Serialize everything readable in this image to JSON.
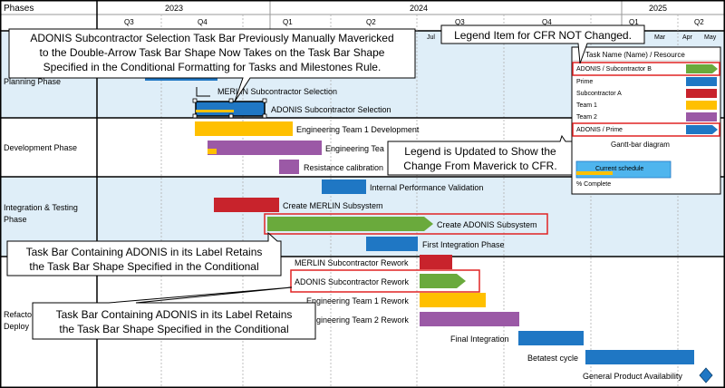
{
  "header": {
    "phases_label": "Phases",
    "years": [
      "2023",
      "2024",
      "2025"
    ],
    "quarters": [
      "Q3",
      "Q4",
      "Q1",
      "Q2",
      "Q3",
      "Q4",
      "Q1",
      "Q2"
    ],
    "months": [
      "Jul",
      "Mar",
      "Apr",
      "May"
    ]
  },
  "phases": [
    {
      "label_lines": [
        "Planning Phase"
      ]
    },
    {
      "label_lines": [
        "Development Phase"
      ]
    },
    {
      "label_lines": [
        "Integration & Testing",
        "Phase"
      ]
    },
    {
      "label_lines": [
        "Refacto",
        "Deploy"
      ]
    }
  ],
  "tasks": [
    {
      "label": "MERLIN Subcontractor Selection"
    },
    {
      "label": "ADONIS Subcontractor Selection"
    },
    {
      "label": "Engineering Team 1 Development"
    },
    {
      "label": "Engineering Tea"
    },
    {
      "label": "Resistance calibration"
    },
    {
      "label": "Internal Performance Validation"
    },
    {
      "label": "Create MERLIN Subsystem"
    },
    {
      "label": "Create ADONIS Subsystem"
    },
    {
      "label": "First Integration Phase"
    },
    {
      "label": "MERLIN Subcontractor Rework"
    },
    {
      "label": "ADONIS Subcontractor Rework"
    },
    {
      "label": "Engineering Team 1 Rework"
    },
    {
      "label": "Engineering Team 2 Rework"
    },
    {
      "label": "Final Integration"
    },
    {
      "label": "Betatest cycle"
    },
    {
      "label": "General Product Availability"
    }
  ],
  "legend": {
    "header": "Task Name (Name) / Resource",
    "items": [
      {
        "label": "ADONIS / Subcontractor B",
        "color": "#6aaa3c"
      },
      {
        "label": "Prime",
        "color": "#1f77c4"
      },
      {
        "label": "Subcontractor A",
        "color": "#c8232c"
      },
      {
        "label": "Team 1",
        "color": "#ffc000"
      },
      {
        "label": "Team 2",
        "color": "#9b59a6"
      },
      {
        "label": "ADONIS / Prime",
        "color": "#1f77c4"
      }
    ],
    "diagram_title": "Gantt-bar diagram",
    "current_schedule": "Current schedule",
    "percent_complete": "% Complete"
  },
  "callouts": {
    "top": [
      "ADONIS Subcontractor Selection Task Bar Previously Manually Mavericked",
      "to the Double-Arrow Task Bar Shape Now Takes on the Task Bar Shape",
      "Specified in the Conditional Formatting for Tasks and Milestones Rule."
    ],
    "legend_not_changed": [
      "Legend Item for CFR NOT Changed."
    ],
    "legend_updated": [
      "Legend is Updated to Show the",
      "Change From Maverick to CFR."
    ],
    "retains_1": [
      "Task Bar Containing ADONIS in its Label Retains",
      "the Task Bar Shape Specified in the Conditional"
    ],
    "retains_2": [
      "Task Bar Containing ADONIS in its Label Retains",
      "the Task Bar Shape Specified in the Conditional"
    ]
  },
  "colors": {
    "team1": "#ffc000",
    "team2": "#9b59a6",
    "prime": "#1f77c4",
    "subA": "#c8232c",
    "subB": "#6aaa3c",
    "phase_band": "#dfeef8",
    "callout_border": "#e02424"
  }
}
